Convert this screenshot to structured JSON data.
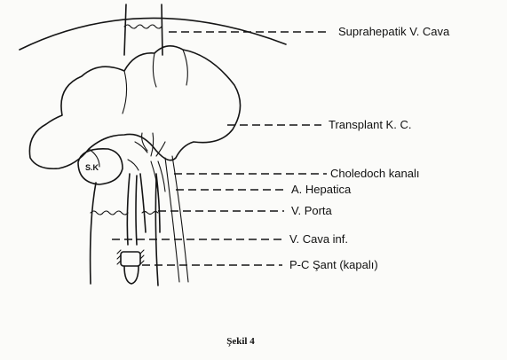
{
  "figure": {
    "labels": {
      "suprahepatic": "Suprahepatik V. Cava",
      "transplant": "Transplant K. C.",
      "choledoch": "Choledoch kanalı",
      "hepatica": "A. Hepatica",
      "porta": "V. Porta",
      "cava_inf": "V. Cava inf.",
      "shunt": "P-C Şant (kapalı)"
    },
    "inner_label": "S.K",
    "caption": "Şekil 4"
  }
}
